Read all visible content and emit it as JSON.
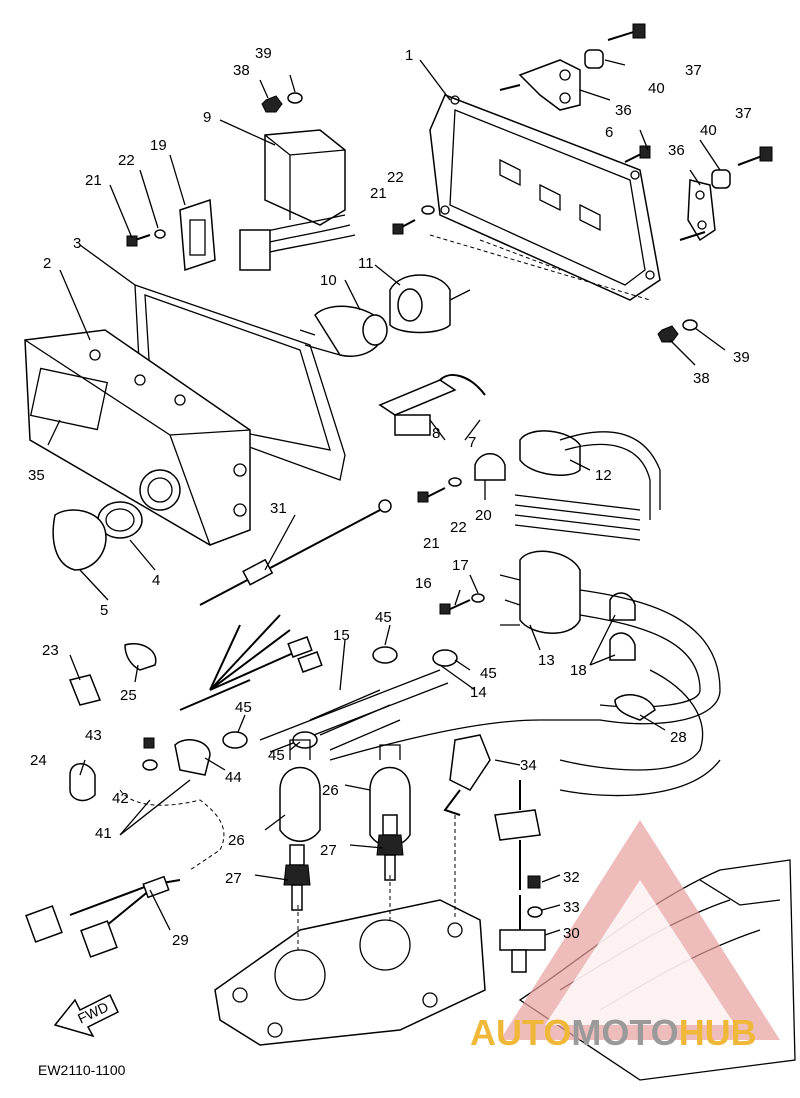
{
  "diagram_code": "EW2110-1100",
  "fwd_label": "FWD",
  "watermark": {
    "part_a": "AUTO",
    "part_b": "MOTO",
    "part_c": "HUB"
  },
  "labels": {
    "n1": "1",
    "n2": "2",
    "n3": "3",
    "n4": "4",
    "n5": "5",
    "n6": "6",
    "n7": "7",
    "n8": "8",
    "n9": "9",
    "n10": "10",
    "n11": "11",
    "n12": "12",
    "n13": "13",
    "n14": "14",
    "n15": "15",
    "n16": "16",
    "n17": "17",
    "n18": "18",
    "n19": "19",
    "n20": "20",
    "n21a": "21",
    "n21b": "21",
    "n21c": "21",
    "n22a": "22",
    "n22b": "22",
    "n22c": "22",
    "n23": "23",
    "n24": "24",
    "n25": "25",
    "n26a": "26",
    "n26b": "26",
    "n27a": "27",
    "n27b": "27",
    "n28": "28",
    "n29": "29",
    "n30": "30",
    "n31": "31",
    "n32": "32",
    "n33": "33",
    "n34": "34",
    "n35": "35",
    "n36a": "36",
    "n36b": "36",
    "n37a": "37",
    "n37b": "37",
    "n38a": "38",
    "n38b": "38",
    "n39a": "39",
    "n39b": "39",
    "n40a": "40",
    "n40b": "40",
    "n41": "41",
    "n42": "42",
    "n43": "43",
    "n44": "44",
    "n45a": "45",
    "n45b": "45",
    "n45c": "45",
    "n45d": "45"
  }
}
